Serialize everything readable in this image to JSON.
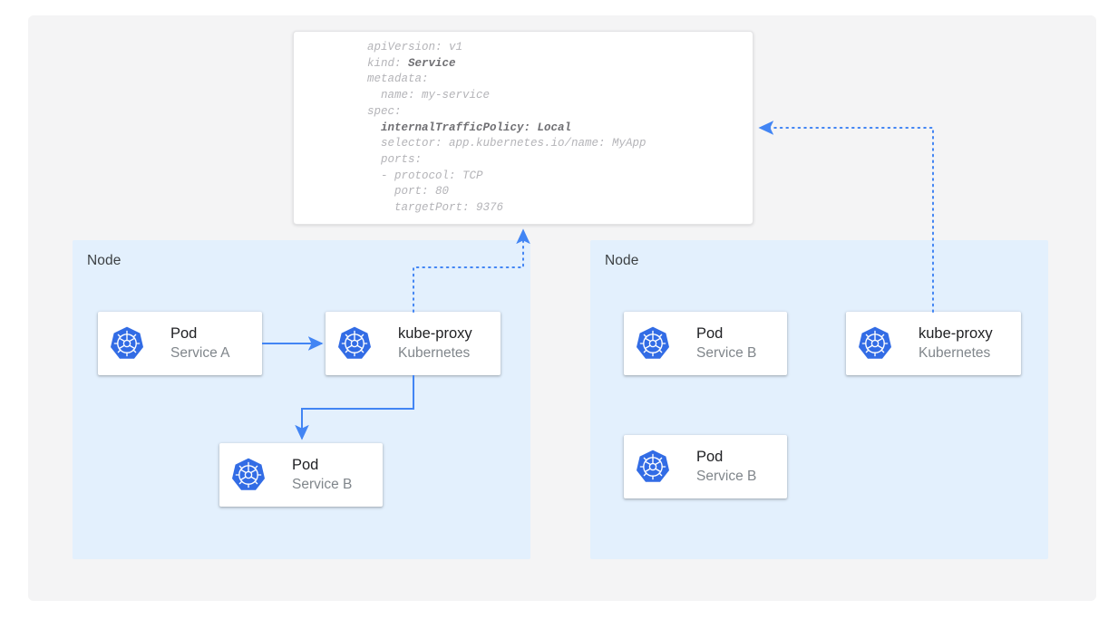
{
  "canvas": {
    "background_color": "#f4f4f5",
    "page_background": "#ffffff"
  },
  "colors": {
    "accent_blue": "#4285f4",
    "node_fill": "#e3f0fd",
    "card_fill": "#ffffff",
    "yaml_text": "#c6c6c9",
    "yaml_text_strong": "#9b9b9f",
    "title_text": "#202124",
    "subtitle_text": "#80868b",
    "node_label_text": "#3c4043",
    "k8s_logo_blue": "#326ce5"
  },
  "spec_card": {
    "name": "service-yaml-spec",
    "language": "yaml",
    "lines": [
      {
        "text": "apiVersion: v1",
        "strong": false
      },
      {
        "text": "kind: ",
        "strong": false,
        "tail": "Service",
        "tail_strong": true
      },
      {
        "text": "metadata:",
        "strong": false
      },
      {
        "text": "  name: my-service",
        "strong": false
      },
      {
        "text": "spec:",
        "strong": false
      },
      {
        "text": "  internalTrafficPolicy: Local",
        "strong": true
      },
      {
        "text": "  selector: app.kubernetes.io/name: MyApp",
        "strong": false
      },
      {
        "text": "  ports:",
        "strong": false
      },
      {
        "text": "  - protocol: TCP",
        "strong": false
      },
      {
        "text": "    port: 80",
        "strong": false
      },
      {
        "text": "    targetPort: 9376",
        "strong": false
      }
    ],
    "fields": {
      "apiVersion": "v1",
      "kind": "Service",
      "metadata_name": "my-service",
      "spec_internalTrafficPolicy": "Local",
      "spec_selector": "app.kubernetes.io/name: MyApp",
      "spec_ports_protocol": "TCP",
      "spec_ports_port": "80",
      "spec_ports_targetPort": "9376"
    }
  },
  "nodes": [
    {
      "label": "Node",
      "id": "node-left",
      "cards": [
        {
          "id": "card-pod-a",
          "title": "Pod",
          "subtitle": "Service A",
          "icon": "kubernetes-icon"
        },
        {
          "id": "card-kube-left",
          "title": "kube-proxy",
          "subtitle": "Kubernetes",
          "icon": "kubernetes-icon"
        },
        {
          "id": "card-pod-b-left",
          "title": "Pod",
          "subtitle": "Service B",
          "icon": "kubernetes-icon"
        }
      ]
    },
    {
      "label": "Node",
      "id": "node-right",
      "cards": [
        {
          "id": "card-pod-b-r1",
          "title": "Pod",
          "subtitle": "Service B",
          "icon": "kubernetes-icon"
        },
        {
          "id": "card-kube-right",
          "title": "kube-proxy",
          "subtitle": "Kubernetes",
          "icon": "kubernetes-icon"
        },
        {
          "id": "card-pod-b-r2",
          "title": "Pod",
          "subtitle": "Service B",
          "icon": "kubernetes-icon"
        }
      ]
    }
  ],
  "connectors": [
    {
      "name": "pod-a-to-kube-proxy",
      "style": "solid",
      "color": "#4285f4",
      "arrow": "end"
    },
    {
      "name": "kube-proxy-to-pod-b",
      "style": "solid",
      "color": "#4285f4",
      "arrow": "end"
    },
    {
      "name": "kube-proxy-left-to-spec",
      "style": "dotted",
      "color": "#4285f4",
      "arrow": "end"
    },
    {
      "name": "kube-proxy-right-to-spec",
      "style": "dotted",
      "color": "#4285f4",
      "arrow": "end"
    }
  ]
}
